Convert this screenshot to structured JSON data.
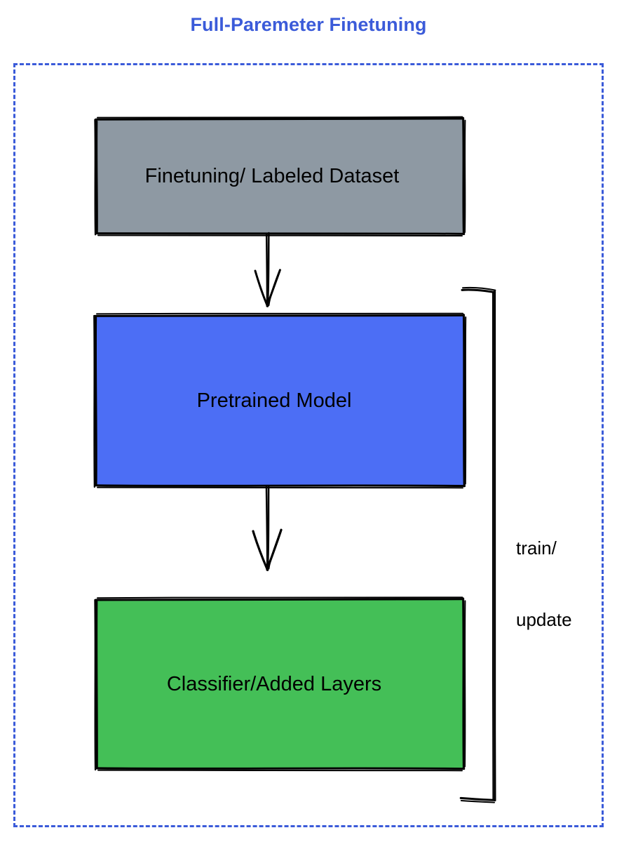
{
  "title": "Full-Paremeter Finetuning",
  "colors": {
    "title_blue": "#3b5bd9",
    "frame_dashed_blue": "#3b5bd9",
    "dataset_gray": "#8e99a3",
    "pretrained_blue": "#4c6ef5",
    "classifier_green": "#44bf57",
    "stroke_black": "#000000",
    "text_black": "#000000",
    "background_white": "#ffffff"
  },
  "diagram": {
    "type": "flowchart",
    "orientation": "top-to-bottom",
    "nodes": [
      {
        "id": "dataset",
        "label": "Finetuning/ Labeled Dataset",
        "fill": "#8e99a3",
        "shape": "rectangle-sketchy"
      },
      {
        "id": "pretrained",
        "label": "Pretrained Model",
        "fill": "#4c6ef5",
        "shape": "rectangle-sketchy"
      },
      {
        "id": "classifier",
        "label": "Classifier/Added Layers",
        "fill": "#44bf57",
        "shape": "rectangle-sketchy"
      }
    ],
    "edges": [
      {
        "id": "dataset-to-pretrained",
        "from": "dataset",
        "to": "pretrained",
        "label": "",
        "style": "arrow-down-sketchy"
      },
      {
        "id": "pretrained-to-classifier",
        "from": "pretrained",
        "to": "classifier",
        "label": "",
        "style": "arrow-down-sketchy"
      },
      {
        "id": "feedback-bracket",
        "from": "classifier",
        "to": "pretrained",
        "label_lines": [
          "train/",
          "update"
        ],
        "style": "bracket-right"
      }
    ]
  },
  "feedback": {
    "line1": "train/",
    "line2": "update"
  }
}
